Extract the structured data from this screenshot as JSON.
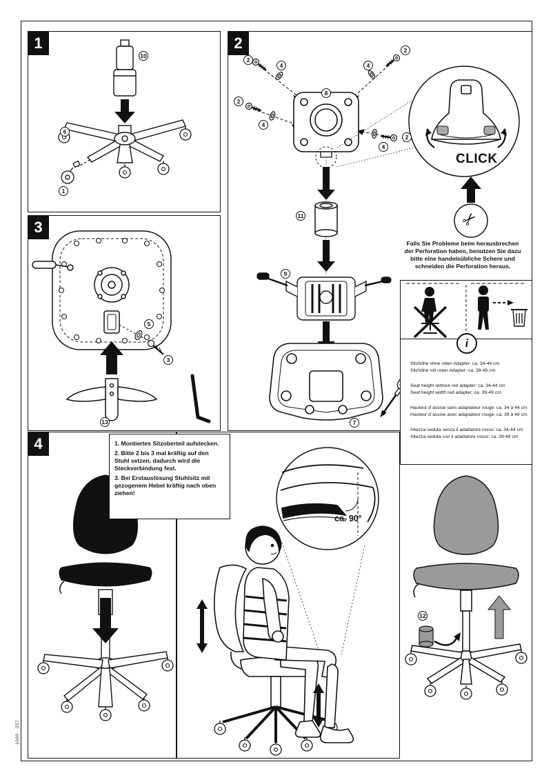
{
  "document": {
    "code": "1000 - 257"
  },
  "steps": {
    "s1": {
      "label": "1",
      "parts": {
        "gas_lift": "10",
        "base": "6",
        "caster": "1"
      }
    },
    "s2": {
      "label": "2",
      "parts": {
        "screw": "2",
        "washer": "4",
        "plate": "8",
        "adapter": "11",
        "mechanism": "9",
        "seat": "7"
      },
      "click": "CLICK",
      "note": [
        "Falls Sie Probleme beim herausbrechen",
        "der Perforation haben, benutzen Sie dazu",
        "bitte eine handelsübliche Schere und",
        "schneiden die Perforation heraus."
      ]
    },
    "s3": {
      "label": "3",
      "parts": {
        "washer": "5",
        "screw": "3",
        "bracket": "13"
      }
    },
    "s4": {
      "label": "4",
      "instructions": [
        "1. Montiertes Sitzoberteil aufstecken.",
        "2. Bitte 2 bis 3 mal kräftig auf den Stuhl setzen, dadurch wird die Steckverbindung fest.",
        "3. Bei Erstauslösung Stuhlsitz mit gezogenem Hebel kräftig nach oben ziehen!"
      ]
    }
  },
  "posture": {
    "angle": "ca. 90°"
  },
  "height_adjust": {
    "adapter_part": "12"
  },
  "info": {
    "icon": "i",
    "lines": [
      "Sitzhöhe ohne roten Adapter: ca. 34-44 cm",
      "Sitzhöhe mit roten Adapter: ca. 39-49 cm",
      "Seat height without red adapter: ca. 34-44 cm",
      "Seat height width red adapter: ca. 39-49 cm",
      "Hauteur d´assise sans adaptateur rouge: ca. 34 à 44 cm",
      "Hauteur d´assise avec adaptateur rouge: ca. 39 à 49 cm",
      "Altezza seduta senza il adattatore rosso: ca. 34-44 cm",
      "Altezza seduta con il adattatore rosso: ca. 39-49 cm"
    ]
  }
}
